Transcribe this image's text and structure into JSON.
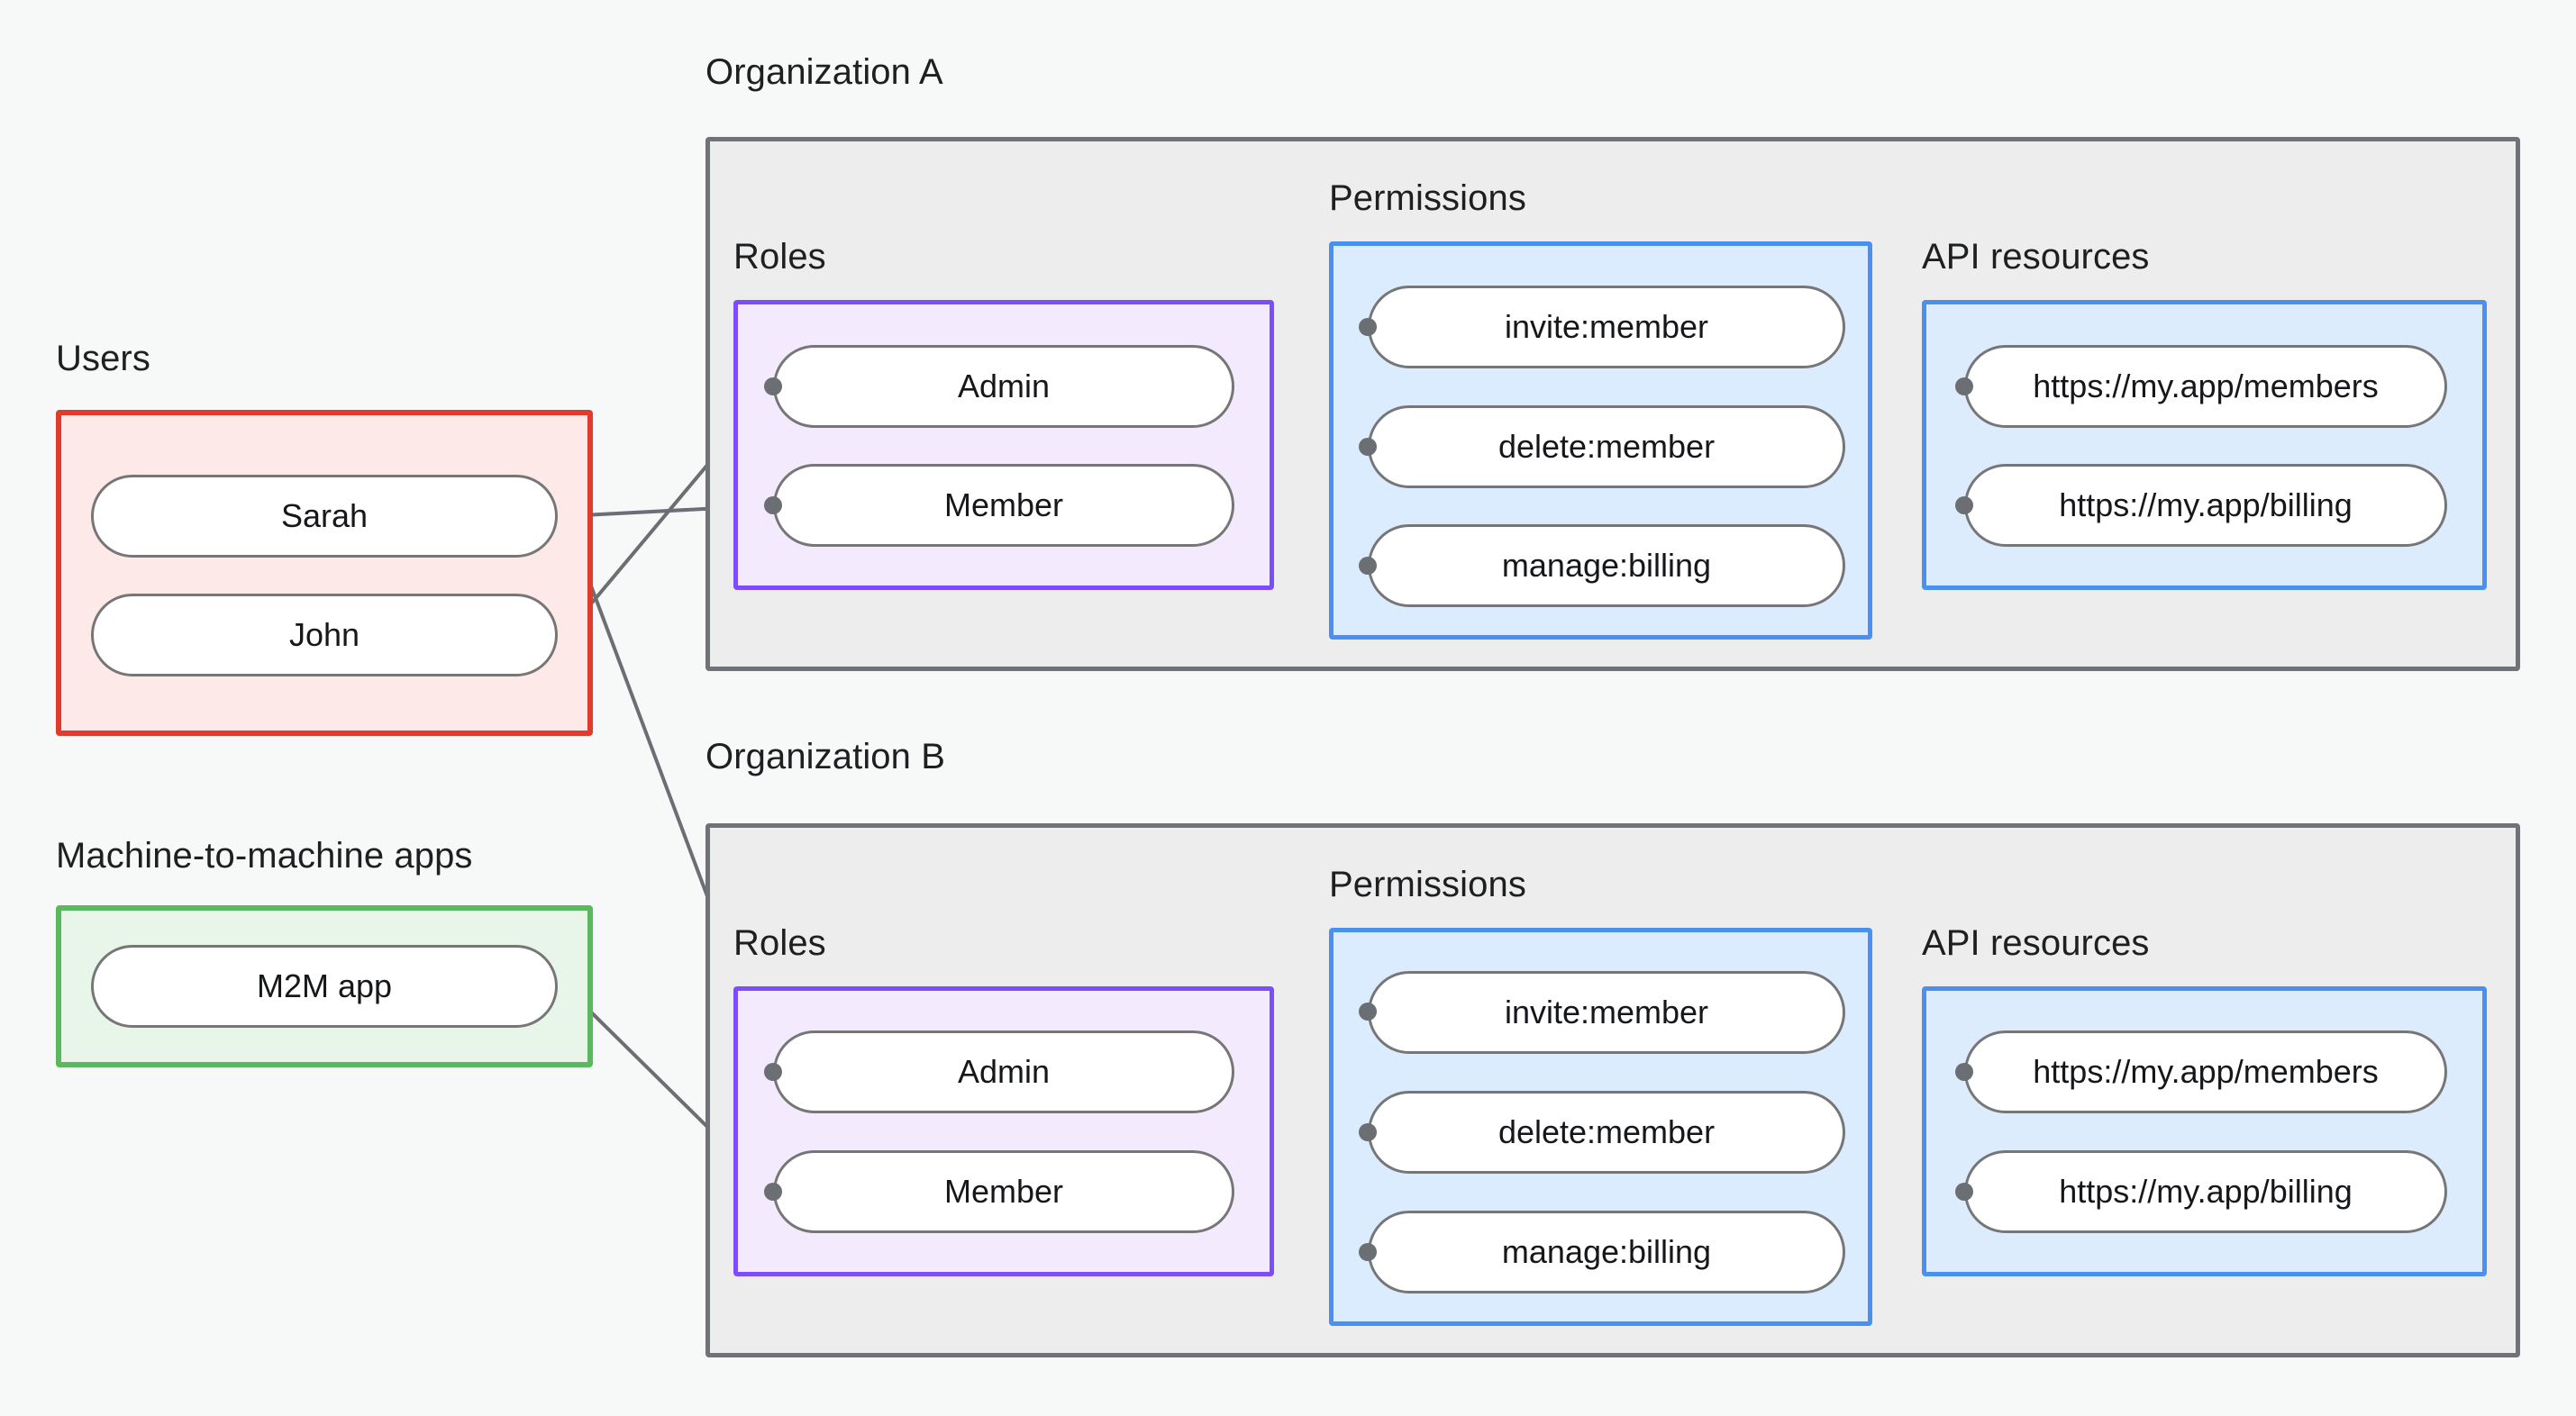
{
  "diagram": {
    "title_visible": false,
    "background_color": "#f7f8f8",
    "palette": {
      "users_border": "#e23b2e",
      "users_fill": "#fdeae8",
      "m2m_border": "#5cb860",
      "m2m_fill": "#e8f6e9",
      "roles_border": "#7c4dff",
      "roles_fill": "#f4eafd",
      "permissions_border": "#4a90f0",
      "permissions_fill": "#dbecfe",
      "api_border": "#4a90f0",
      "api_fill": "#ddecfd",
      "org_border": "#6f7276",
      "org_fill": "#ededed",
      "node_border": "#767676",
      "node_fill": "#ffffff",
      "edge_stroke": "#6b6e72",
      "text": "#1d1f21"
    }
  },
  "left_column": {
    "users": {
      "label": "Users",
      "nodes": [
        {
          "label": "Sarah"
        },
        {
          "label": "John"
        }
      ]
    },
    "m2m": {
      "label": "Machine-to-machine apps",
      "nodes": [
        {
          "label": "M2M app"
        }
      ]
    }
  },
  "organizations": [
    {
      "label": "Organization A",
      "groups": {
        "roles": {
          "label": "Roles",
          "nodes": [
            {
              "label": "Admin"
            },
            {
              "label": "Member"
            }
          ]
        },
        "permissions": {
          "label": "Permissions",
          "nodes": [
            {
              "label": "invite:member"
            },
            {
              "label": "delete:member"
            },
            {
              "label": "manage:billing"
            }
          ]
        },
        "api_resources": {
          "label": "API resources",
          "nodes": [
            {
              "label": "https://my.app/members"
            },
            {
              "label": "https://my.app/billing"
            }
          ]
        }
      },
      "edges": [
        {
          "from": "Admin",
          "to": "invite:member"
        },
        {
          "from": "Admin",
          "to": "delete:member"
        },
        {
          "from": "Member",
          "to": "manage:billing"
        },
        {
          "from": "invite:member",
          "to": "https://my.app/members"
        },
        {
          "from": "delete:member",
          "to": "https://my.app/members"
        },
        {
          "from": "manage:billing",
          "to": "https://my.app/billing"
        }
      ]
    },
    {
      "label": "Organization B",
      "groups": {
        "roles": {
          "label": "Roles",
          "nodes": [
            {
              "label": "Admin"
            },
            {
              "label": "Member"
            }
          ]
        },
        "permissions": {
          "label": "Permissions",
          "nodes": [
            {
              "label": "invite:member"
            },
            {
              "label": "delete:member"
            },
            {
              "label": "manage:billing"
            }
          ]
        },
        "api_resources": {
          "label": "API resources",
          "nodes": [
            {
              "label": "https://my.app/members"
            },
            {
              "label": "https://my.app/billing"
            }
          ]
        }
      },
      "edges": [
        {
          "from": "Admin",
          "to": "invite:member"
        },
        {
          "from": "Admin",
          "to": "delete:member"
        },
        {
          "from": "Member",
          "to": "manage:billing"
        },
        {
          "from": "invite:member",
          "to": "https://my.app/members"
        },
        {
          "from": "delete:member",
          "to": "https://my.app/members"
        },
        {
          "from": "manage:billing",
          "to": "https://my.app/billing"
        }
      ]
    }
  ],
  "cross_edges": [
    {
      "from": "John",
      "to": "Organization A / Admin"
    },
    {
      "from": "Sarah",
      "to": "Organization A / Member"
    },
    {
      "from": "Sarah",
      "to": "Organization B / Admin"
    },
    {
      "from": "M2M app",
      "to": "Organization B / Member"
    }
  ]
}
